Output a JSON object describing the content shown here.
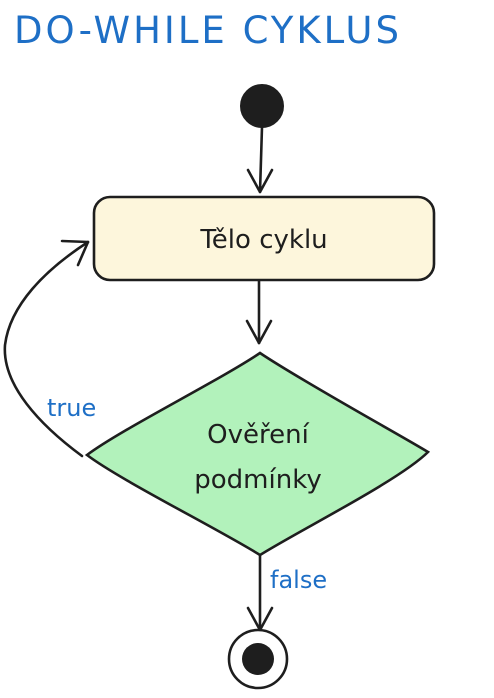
{
  "title": "DO-WHILE CYKLUS",
  "nodes": {
    "body": "Tělo cyklu",
    "condition_line1": "Ověření",
    "condition_line2": "podmínky"
  },
  "edges": {
    "true_label": "true",
    "false_label": "false"
  },
  "colors": {
    "accent": "#1e6fc6",
    "body_fill": "#fdf6dc",
    "condition_fill": "#b2f2bb",
    "stroke": "#1e1e1e"
  }
}
